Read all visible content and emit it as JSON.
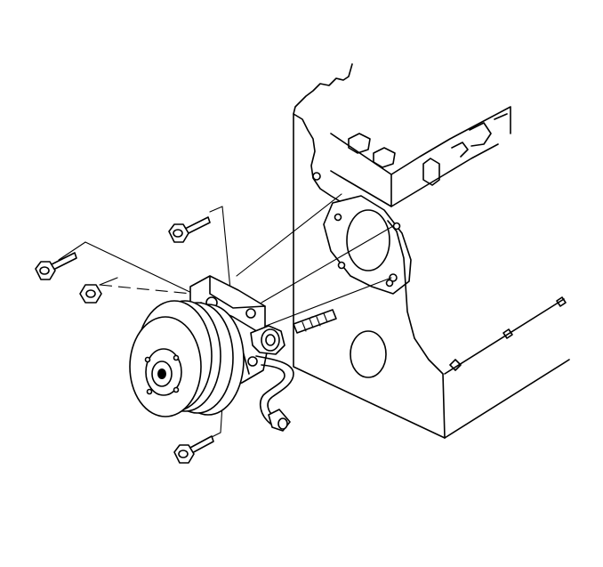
{
  "diagram": {
    "line_color": "#000000",
    "background_color": "#ffffff",
    "parts": [
      "engine-block",
      "front-cover-gasket",
      "mounting-bracket",
      "ac-compressor",
      "clutch-pulley",
      "refrigerant-hose",
      "stud",
      "bolt",
      "nut"
    ]
  }
}
